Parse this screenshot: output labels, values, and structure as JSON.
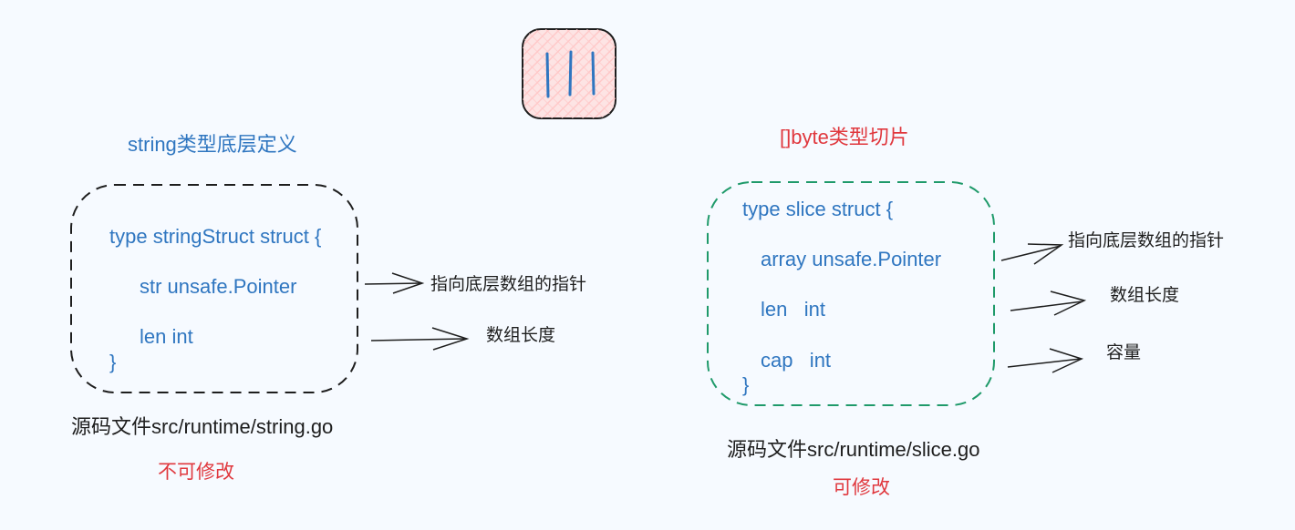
{
  "left": {
    "title": "string类型底层定义",
    "code": {
      "line1": "type stringStruct struct {",
      "line2": "str unsafe.Pointer",
      "line3": "len int",
      "line4": "}"
    },
    "annotations": [
      "指向底层数组的指针",
      "数组长度"
    ],
    "source": "源码文件src/runtime/string.go",
    "mutability": "不可修改"
  },
  "right": {
    "title": "[]byte类型切片",
    "code": {
      "line1": "type slice struct {",
      "line2": "array unsafe.Pointer",
      "line3": "len   int",
      "line4": "cap   int",
      "line5": "}"
    },
    "annotations": [
      "指向底层数组的指针",
      "数组长度",
      "容量"
    ],
    "source": "源码文件src/runtime/slice.go",
    "mutability": "可修改"
  },
  "colors": {
    "blue_text": "#2f76c0",
    "red_text": "#e0383e",
    "left_box_border": "#1e1e1e",
    "right_box_border": "#1f9a6a",
    "logo_fill": "#ffc9c9",
    "logo_stroke": "#1e1e1e",
    "logo_bars": "#2f76c0"
  },
  "icons": {
    "logo": "hatched-pink-rounded-square-with-three-blue-bars"
  }
}
